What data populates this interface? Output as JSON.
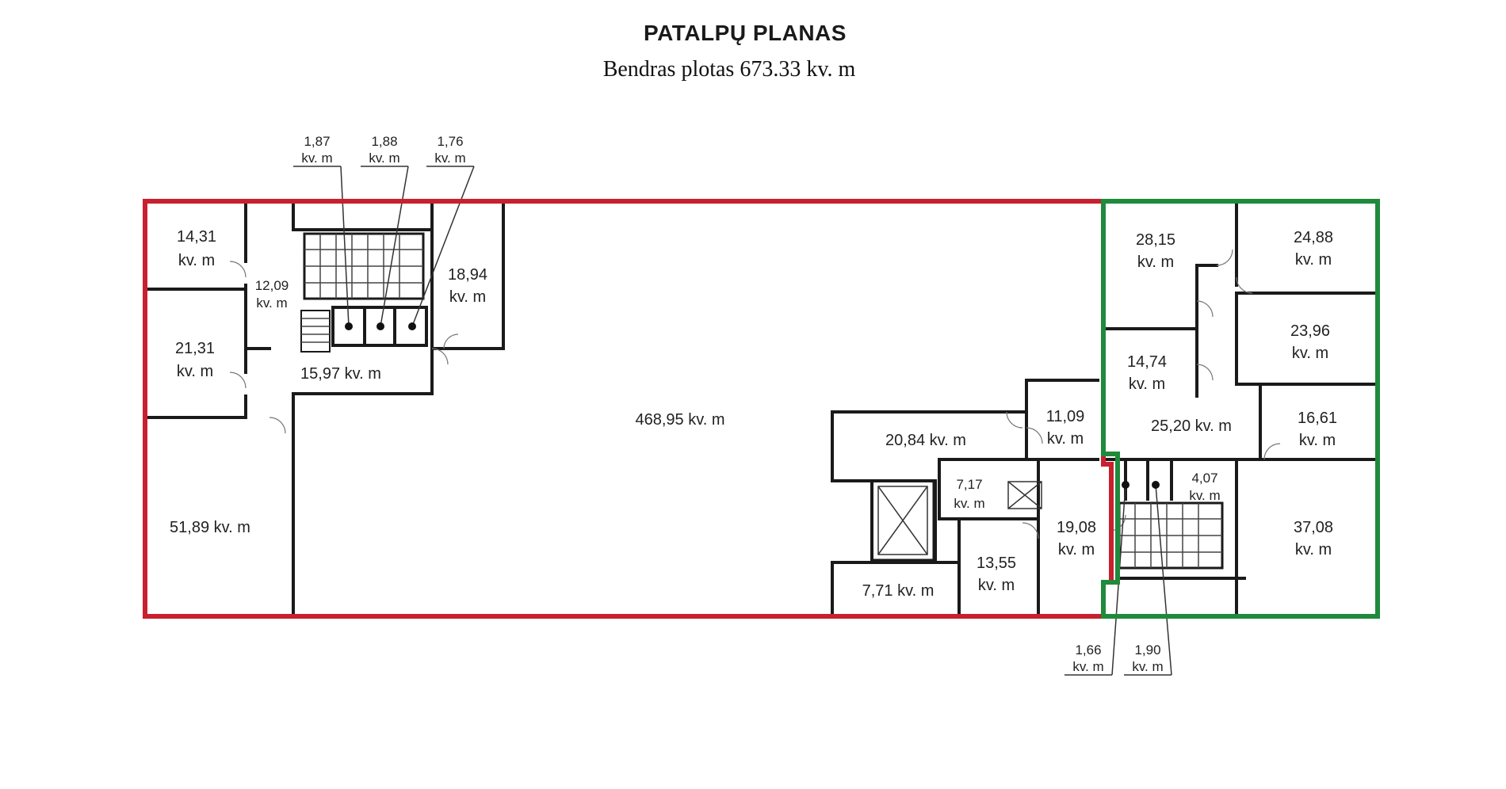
{
  "title": "PATALPŲ PLANAS",
  "subtitle": "Bendras plotas 673.33 kv. m",
  "colors": {
    "red_zone": "#c8202e",
    "green_zone": "#1f8a3c",
    "wall": "#1a1a1a"
  },
  "rooms": {
    "r1": "14,31",
    "r2": "21,31",
    "r3": "51,89 kv. m",
    "r4": "12,09",
    "r5": "15,97 kv. m",
    "r6": "18,94",
    "r7": "468,95 kv. m",
    "r8": "20,84 kv. m",
    "r9": "11,09",
    "r10": "7,17",
    "r11": "13,55",
    "r12": "19,08",
    "r13": "7,71 kv. m",
    "r14": "28,15",
    "r15": "24,88",
    "r16": "23,96",
    "r17": "14,74",
    "r18": "25,20 kv. m",
    "r19": "16,61",
    "r20": "4,07",
    "r21": "37,08",
    "c1": "1,87",
    "c2": "1,88",
    "c3": "1,76",
    "c4": "1,66",
    "c5": "1,90"
  },
  "unit": "kv. m"
}
